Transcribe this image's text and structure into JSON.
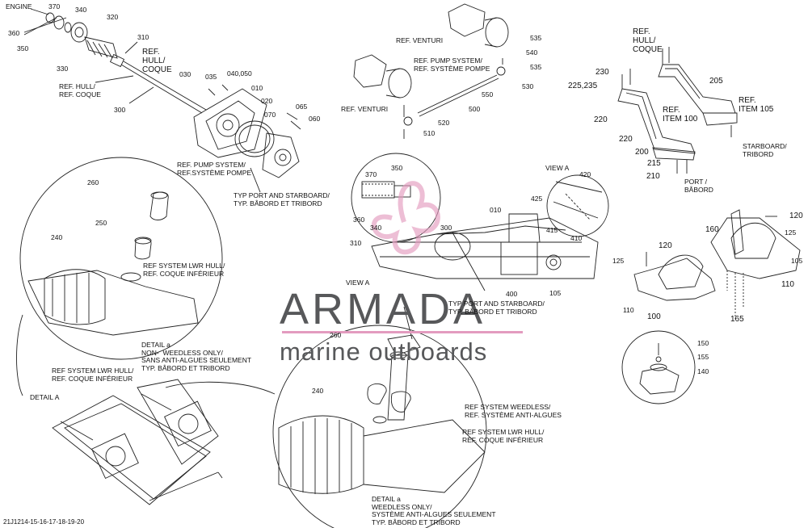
{
  "diagram": {
    "footer_code": "21J1214-15-16-17-18-19-20",
    "watermark": {
      "title": "ARMADA",
      "subtitle": "marine outboards",
      "accent_color": "#e39bbf",
      "text_color": "#57585a"
    },
    "labels": {
      "engine": "ENGINE",
      "n370a": "370",
      "n340a": "340",
      "n320a": "320",
      "n360a": "360",
      "n350a": "350",
      "n330": "330",
      "n310a": "310",
      "n300a": "300",
      "ref_hull_coque_a": "REF.\nHULL/\nCOQUE",
      "ref_hull_coque_b": "REF. HULL/\nREF. COQUE",
      "n030": "030",
      "n035": "035",
      "n040_050": "040,050",
      "n010a": "010",
      "n020": "020",
      "n070": "070",
      "n065": "065",
      "n060": "060",
      "ref_pump_a": "REF. PUMP SYSTEM/\nREF.SYSTÈME POMPE",
      "typ_port_a": "TYP PORT AND STARBOARD/\nTYP. BÂBORD ET TRIBORD",
      "ref_venturi_a": "REF. VENTURI",
      "ref_venturi_b": "REF. VENTURI",
      "ref_pump_b": "REF. PUMP SYSTEM/\nREF. SYSTÈME POMPE",
      "n535a": "535",
      "n540": "540",
      "n535b": "535",
      "n530": "530",
      "n550": "550",
      "n500": "500",
      "n520": "520",
      "n510": "510",
      "ref_hull_coque_c": "REF.\nHULL/\nCOQUE",
      "n230": "230",
      "n225_235": "225,235",
      "n205": "205",
      "ref_item105": "REF.\nITEM 105",
      "ref_item100": "REF.\nITEM 100",
      "n220a": "220",
      "n220b": "220",
      "n200": "200",
      "n215": "215",
      "n210": "210",
      "starboard": "STARBOARD/\nTRIBORD",
      "port": "PORT /\nBÂBORD",
      "n260a": "260",
      "n250": "250",
      "n240a": "240",
      "ref_lwr_a": "REF SYSTEM LWR HULL/\nREF. COQUE INFÉRIEUR",
      "detail_a_top": "DETAIL a\nNON-  WEEDLESS ONLY/\nSANS ANTI-ALGUES SEULEMENT\nTYP. BÂBORD ET TRIBORD",
      "ref_lwr_b": "REF SYSTEM LWR HULL/\nREF. COQUE INFÉRIEUR",
      "detail_a_label": "DETAIL A",
      "view_a_a": "VIEW A",
      "n420": "420",
      "n425": "425",
      "n415": "415",
      "n410": "410",
      "n370b": "370",
      "n350b": "350",
      "n360b": "360",
      "n340b": "340",
      "n300b": "300",
      "n310b": "310",
      "n010b": "010",
      "n400": "400",
      "n105a": "105",
      "view_a_b": "VIEW A",
      "typ_port_b": "TYP PORT AND STARBOARD/\nTYP. BÂBORD ET TRIBORD",
      "n120a": "120",
      "n160": "160",
      "n125a": "125",
      "n120b": "120",
      "n125b": "125",
      "n105b": "105",
      "n110a": "110",
      "n110b": "110",
      "n100": "100",
      "n165": "165",
      "n150": "150",
      "n155": "155",
      "n140": "140",
      "n260b": "260",
      "n240b": "240",
      "ref_weedless": "REF SYSTEM WEEDLESS/\nREF. SYSTÈME ANTI-ALGUES",
      "ref_lwr_c": "REF SYSTEM LWR HULL/\nREF. COQUE INFÉRIEUR",
      "detail_a_bottom": "DETAIL a\nWEEDLESS ONLY/\nSYSTÈME ANTI-ALGUES SEULEMENT\nTYP. BÂBORD ET TRIBORD"
    }
  }
}
